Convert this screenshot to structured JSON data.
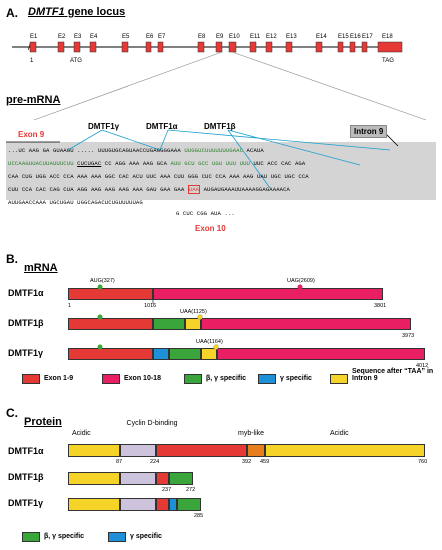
{
  "panelA": {
    "label": "A.",
    "title": "DMTF1 gene locus",
    "suffix": " gene locus",
    "gene": "DMTF1",
    "exons": [
      "E1",
      "E2",
      "E3",
      "E4",
      "E5",
      "E6",
      "E7",
      "E8",
      "E9",
      "E10",
      "E11",
      "E12",
      "E13",
      "E14",
      "E15",
      "E16",
      "E17",
      "E18"
    ],
    "start_num": "1",
    "atg": "ATG",
    "tag": "TAG",
    "premrna": "pre-mRNA",
    "exon9": "Exon 9",
    "intron9": "Intron 9",
    "exon10": "Exon 10",
    "iso_g": "DMTF1γ",
    "iso_a": "DMTF1α",
    "iso_b": "DMTF1β",
    "seq1a": "...UC AAG GA",
    "seq1b": " GUAAGU  .....  UUUGUGCAGUAACCUGAGGGGAAA ",
    "seq1c": "UUGGUCUUUUUUUGAAC",
    "seq1d": " ACAUA",
    "seq2a": "UCCAAGUUACUUAUUUCUU ",
    "seq2b": "CUCUGAC",
    "seq2c": " CC AGG AAA AAG GCA ",
    "seq2d": "AUU GCU GCC UGU UUU UUU",
    "seq2e": " UUC ACC CAC AGA",
    "seq3": "CAA CUG UGG ACC CCA AAA AAA GGC CAC ACU UUC AAA CUU GGG CUC CCA AAA AAG UAU UGC UGC CCA",
    "seq4a": "CUU CCA CAC CAG CUA AGG AAG AAG AAG AAA GAU GAA GAA ",
    "seq4b": "UAA",
    "seq4c": " AUGAUGAAAUUAAAAGGAGAAAACA",
    "seq5": "AUUGAACCAAA UGCUGAU UGGCAGACUCUGUUUUUAG",
    "seq5b": "G CUC CGG AUA   ..."
  },
  "panelB": {
    "label": "B.",
    "title": "mRNA",
    "alpha": "DMTF1α",
    "beta": "DMTF1β",
    "gamma": "DMTF1γ",
    "aug": "AUG(327)",
    "uag": "UAG(2609)",
    "uaa1": "UAA(1125)",
    "uaa2": "UAA(1164)",
    "a1": "1",
    "a1016": "1016",
    "a3801": "3801",
    "b3973": "3973",
    "g4012": "4012",
    "leg1": "Exon 1-9",
    "leg2": "Exon 10-18",
    "leg3": "β, γ specific",
    "leg4": "γ specific",
    "leg5": "Sequence after “TAA” in Intron 9"
  },
  "panelC": {
    "label": "C.",
    "title": "Protein",
    "acidic1": "Acidic",
    "cyclin": "Cyclin D-binding",
    "myb": "myb-like",
    "acidic2": "Acidic",
    "alpha": "DMTF1α",
    "beta": "DMTF1β",
    "gamma": "DMTF1γ",
    "n87": "87",
    "n224": "224",
    "n392": "392",
    "n459": "459",
    "n760": "760",
    "n237": "237",
    "n272": "272",
    "n285": "285",
    "leg1": "β, γ specific",
    "leg2": "γ specific"
  },
  "colors": {
    "red": "#e53935",
    "pink": "#e91e63",
    "green": "#3aa53a",
    "blue": "#1e90d8",
    "yellow": "#f5d328",
    "lavender": "#cdc3dd",
    "orange": "#e87d1e",
    "gray": "#d0d0d0",
    "cyan": "#5bc0de"
  }
}
